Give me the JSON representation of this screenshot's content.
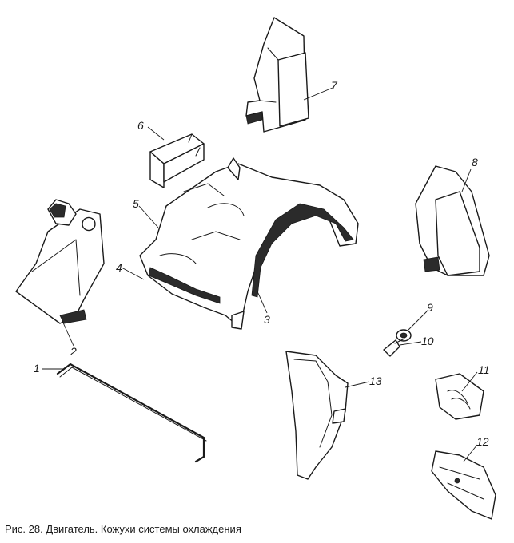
{
  "caption": "Рис. 28. Двигатель. Кожухи системы охлаждения",
  "callouts": {
    "c1": "1",
    "c2": "2",
    "c3": "3",
    "c4": "4",
    "c5": "5",
    "c6": "6",
    "c7": "7",
    "c8": "8",
    "c9": "9",
    "c10": "10",
    "c11": "11",
    "c12": "12",
    "c13": "13"
  }
}
